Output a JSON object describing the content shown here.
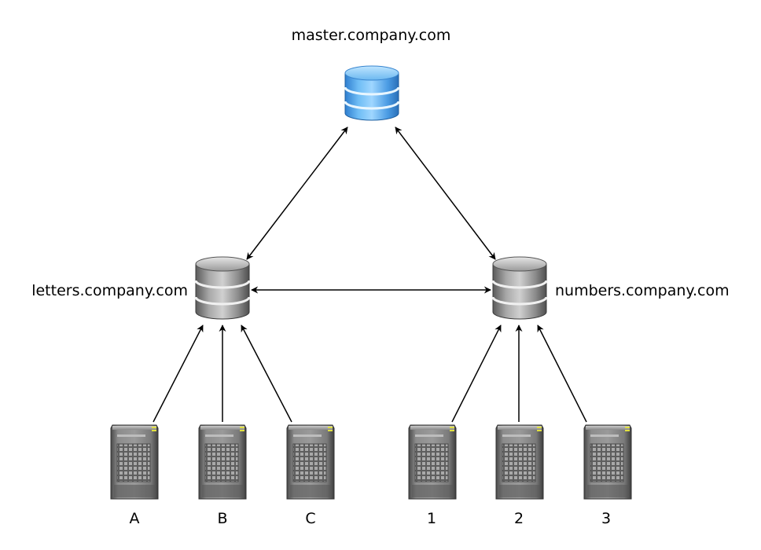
{
  "nodes": {
    "master": {
      "label": "master.company.com",
      "kind": "database",
      "color": "blue"
    },
    "letters": {
      "label": "letters.company.com",
      "kind": "database",
      "color": "gray"
    },
    "numbers": {
      "label": "numbers.company.com",
      "kind": "database",
      "color": "gray"
    }
  },
  "servers": [
    {
      "label": "A"
    },
    {
      "label": "B"
    },
    {
      "label": "C"
    },
    {
      "label": "1"
    },
    {
      "label": "2"
    },
    {
      "label": "3"
    }
  ],
  "colors": {
    "master_db": "#5aa8e8",
    "replica_db": "#8a8a8a",
    "server": "#6e6e6e",
    "server_led": "#e0e040",
    "arrow": "#000000"
  },
  "connections": [
    {
      "from": "letters",
      "to": "master",
      "direction": "both"
    },
    {
      "from": "numbers",
      "to": "master",
      "direction": "both"
    },
    {
      "from": "letters",
      "to": "numbers",
      "direction": "both"
    },
    {
      "from": "A",
      "to": "letters",
      "direction": "to"
    },
    {
      "from": "B",
      "to": "letters",
      "direction": "to"
    },
    {
      "from": "C",
      "to": "letters",
      "direction": "to"
    },
    {
      "from": "1",
      "to": "numbers",
      "direction": "to"
    },
    {
      "from": "2",
      "to": "numbers",
      "direction": "to"
    },
    {
      "from": "3",
      "to": "numbers",
      "direction": "to"
    }
  ]
}
